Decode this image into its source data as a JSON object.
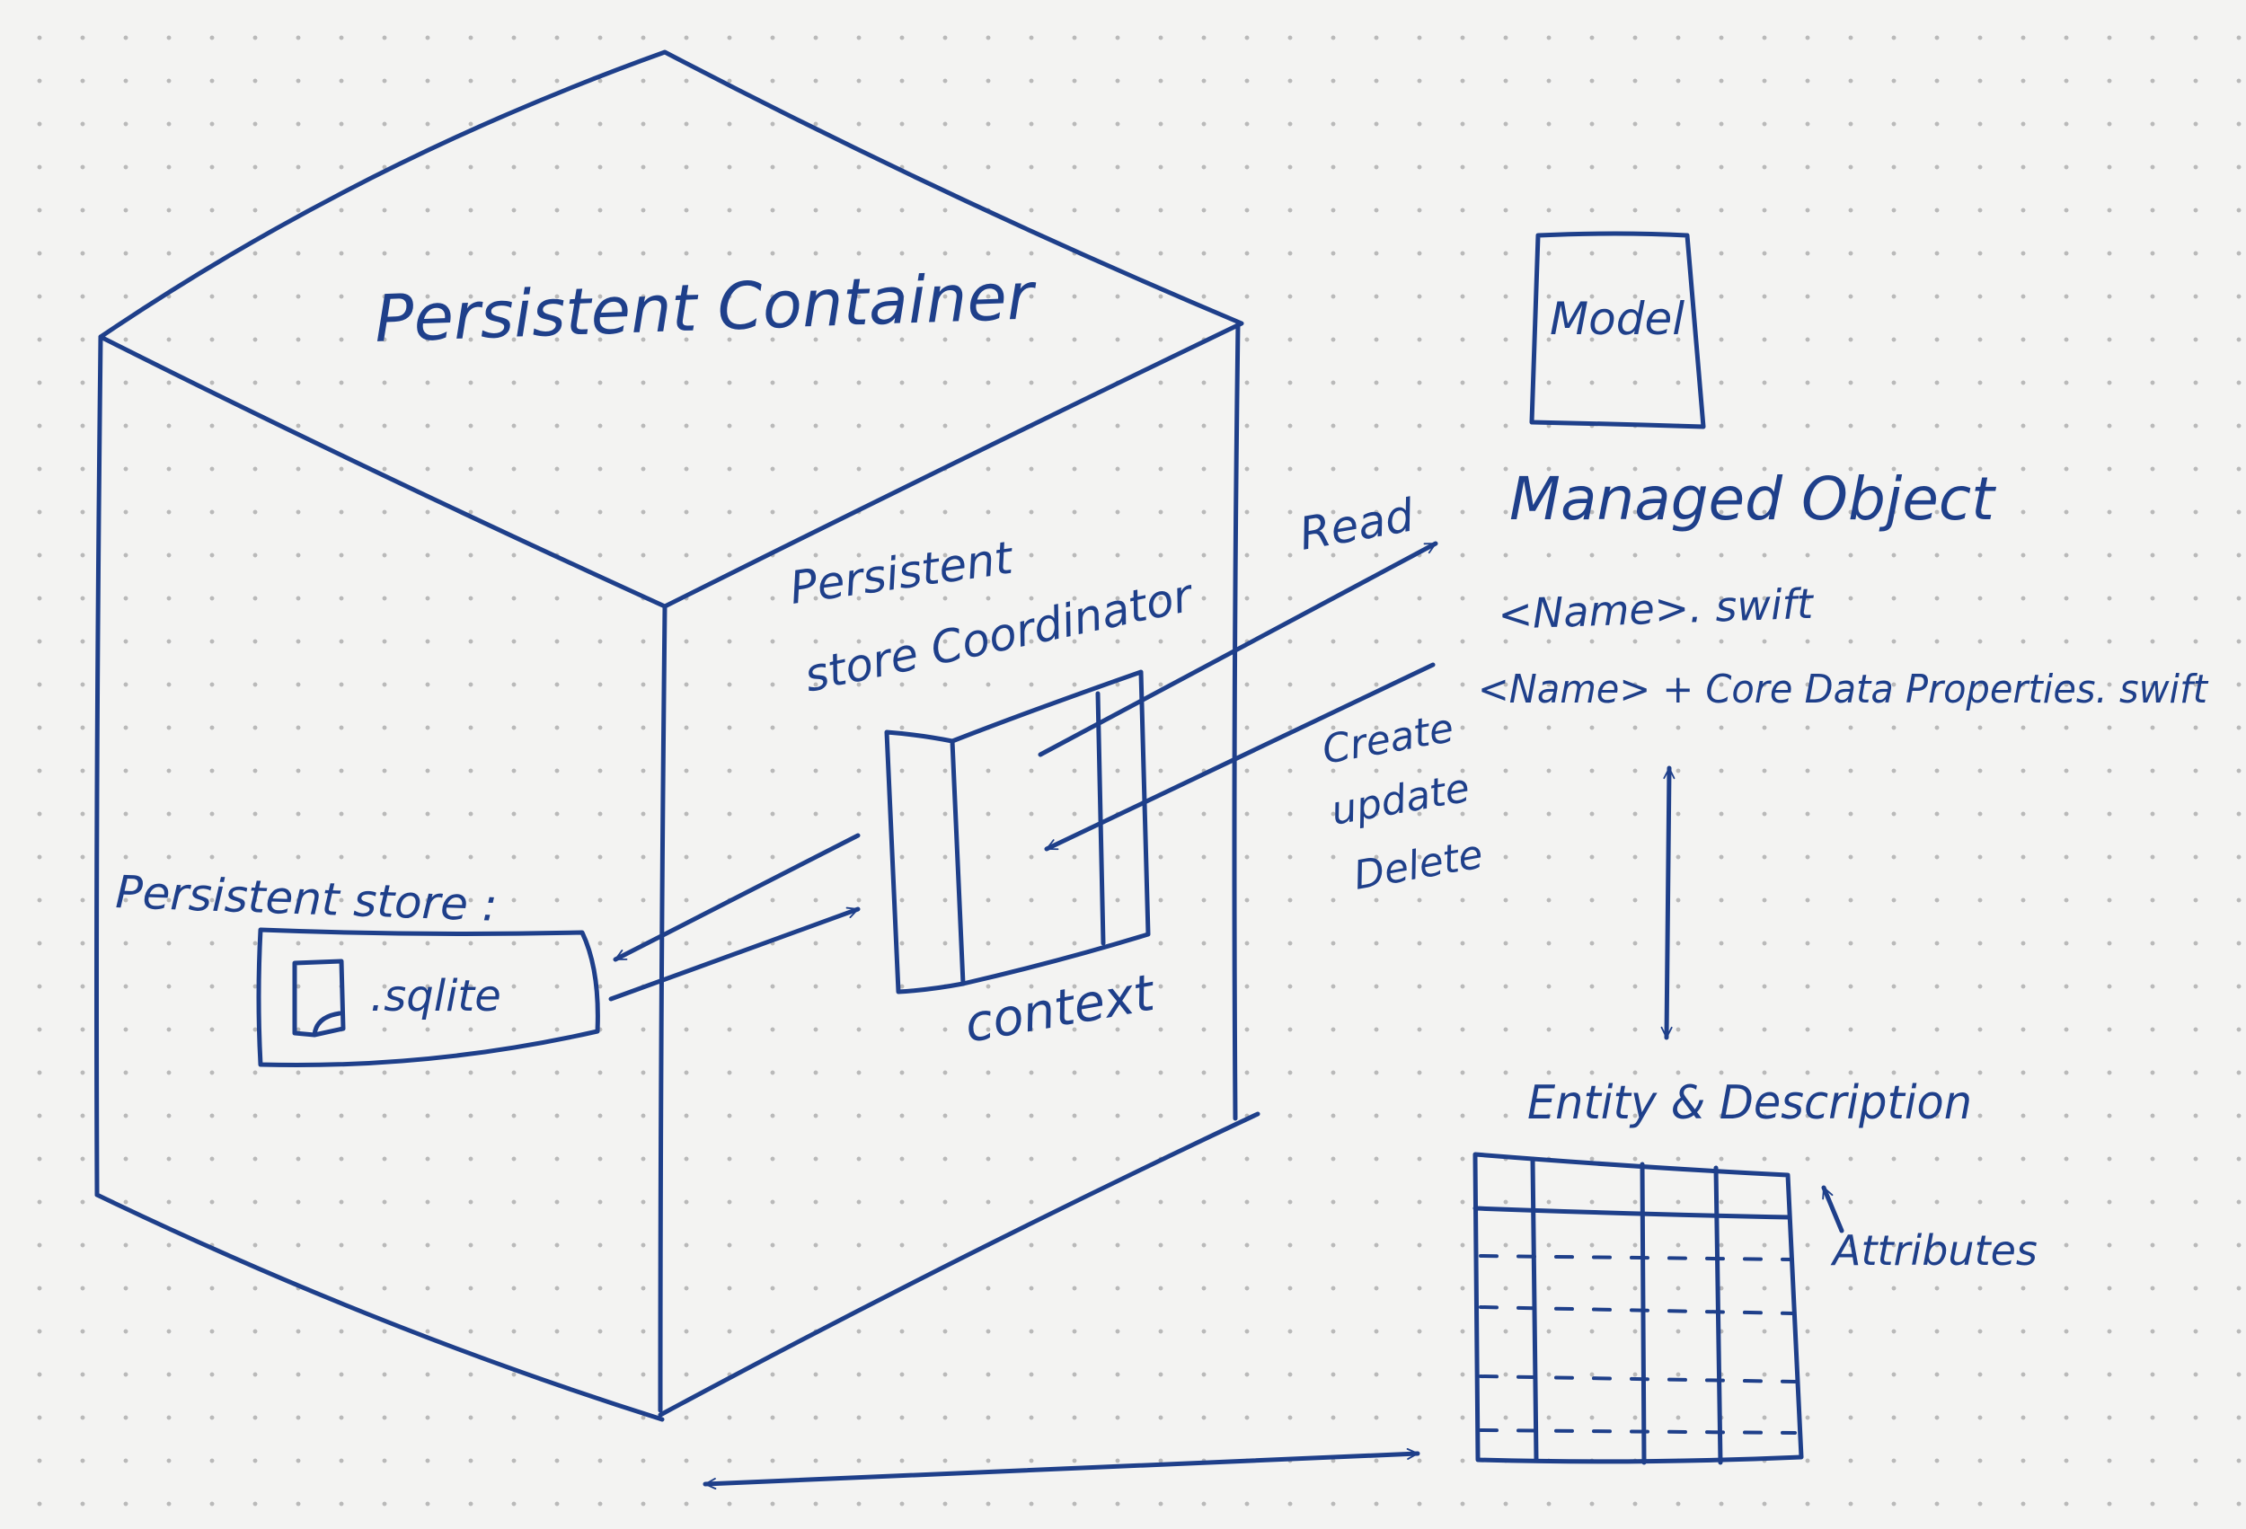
{
  "ink_color": "#1e3f8a",
  "labels": {
    "container": "Persistent Container",
    "coordinator_line1": "Persistent",
    "coordinator_line2": "store Coordinator",
    "store": "Persistent store :",
    "sqlite": ".sqlite",
    "context": "context",
    "read": "Read",
    "cud_create": "Create",
    "cud_update": "update",
    "cud_delete": "Delete",
    "model": "Model",
    "managed_object": "Managed Object",
    "file1": "<Name>. swift",
    "file2": "<Name> + Core Data Properties. swift",
    "entity": "Entity & Description",
    "attributes": "Attributes"
  }
}
